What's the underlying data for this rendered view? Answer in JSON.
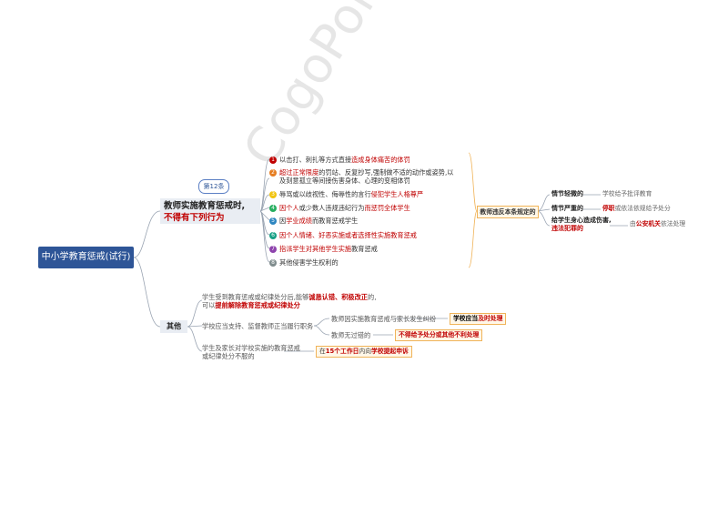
{
  "root": "中小学教育惩戒(试行)",
  "tag": "第12条",
  "main1": {
    "line1": "教师实施教育惩戒时,",
    "line2": "不得有下列行为"
  },
  "items": [
    {
      "n": "1",
      "color": "#c00000",
      "pre": "以击打、刺扎等方式直接",
      "hl": "造成身体痛苦的体罚",
      "post": ""
    },
    {
      "n": "2",
      "color": "#e67e22",
      "pre": "",
      "hl": "超过正常限度",
      "post": "的罚站、反复抄写,强制做不适的动作或姿势,以",
      "line2": "及刻意孤立等间接伤害身体、心理的变相体罚"
    },
    {
      "n": "3",
      "color": "#f1c40f",
      "pre": "辱骂或以歧视性、侮辱性的言行",
      "hl": "侵犯学生人格尊严",
      "post": ""
    },
    {
      "n": "4",
      "color": "#27ae60",
      "pre": "",
      "hl": "因个人",
      "post": "或少数人违规违纪行为",
      "hl2": "而惩罚全体学生"
    },
    {
      "n": "5",
      "color": "#2e86c1",
      "pre": "因",
      "hl": "学业成绩",
      "post": "而教育惩戒学生"
    },
    {
      "n": "6",
      "color": "#16a085",
      "pre": "",
      "hl": "因个人情绪、好恶实施或者选择性实施教育惩戒",
      "post": ""
    },
    {
      "n": "7",
      "color": "#8e44ad",
      "pre": "",
      "hl": "指派学生对其他学生实施",
      "post": "教育惩戒"
    },
    {
      "n": "8",
      "color": "#7f8c8d",
      "pre": "其他侵害学生权利的",
      "hl": "",
      "post": ""
    }
  ],
  "violation": {
    "label": "教师违反本条规定的",
    "cases": [
      {
        "cat": "情节轻微的",
        "cons": "学校给予批评教育"
      },
      {
        "cat": "情节严重的",
        "cons_hl": "停职",
        "cons": "或依法依规给予处分"
      },
      {
        "cat": "给学生身心造成伤害,",
        "cat2": "违法犯罪的",
        "cons_pre": "由",
        "cons_hl": "公安机关",
        "cons": "依法处理"
      }
    ]
  },
  "other": {
    "label": "其他",
    "b1": {
      "pre": "学生受到教育惩戒或纪律处分后,能够",
      "hl": "诚恳认错、积极改正",
      "post": "的,",
      "line2_pre": "可以",
      "line2_hl": "提前解除教育惩戒或纪律处分"
    },
    "b2": {
      "text": "学校应当支持、监督教师正当履行职务",
      "sub1": "教师因实施教育惩戒与家长发生纠纷",
      "sub1_res": "学校应当",
      "sub1_res_hl": "及时处理",
      "sub2": "教师无过错的",
      "sub2_res": "不得给予处分或其他不利处理"
    },
    "b3": {
      "line1": "学生及家长对学校实施的教育惩戒",
      "line2": "或纪律处分不服的",
      "res_pre": "在",
      "res_hl": "15个工作日",
      "res_mid": "内向",
      "res_hl2": "学校提起申诉"
    }
  },
  "watermark": "CogoPolaris",
  "colors": {
    "root": "#2e5597",
    "highlight": "#c00000",
    "box_border": "#f0b45a"
  }
}
